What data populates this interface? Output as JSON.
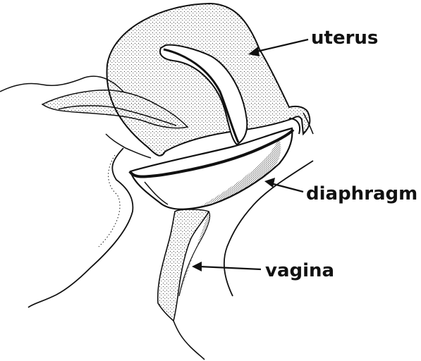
{
  "colors": {
    "ink": "#111111",
    "background": "#ffffff"
  },
  "labels": {
    "uterus": "uterus",
    "diaphragm": "diaphragm",
    "vagina": "vagina"
  }
}
